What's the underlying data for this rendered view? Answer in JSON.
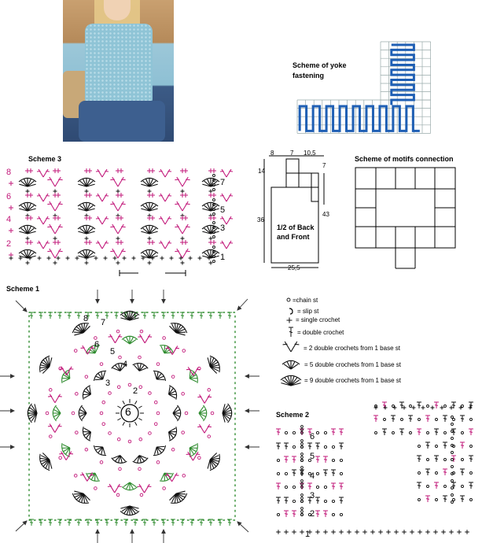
{
  "titles": {
    "yoke": "Scheme of yoke fastening",
    "scheme3": "Scheme 3",
    "motifs": "Scheme of motifs connection",
    "scheme1": "Scheme 1",
    "scheme2": "Scheme 2"
  },
  "pattern": {
    "label": "1/2 of Back and Front",
    "dims": {
      "top_a": "8",
      "top_b": "7",
      "top_c": "10,5",
      "right_top": "7",
      "left_top": "14",
      "left": "36",
      "right": "43",
      "bottom": "25,5"
    }
  },
  "scheme3_rows_left": [
    "8",
    "6",
    "4",
    "2"
  ],
  "scheme3_rows_right": [
    "7",
    "5",
    "3",
    "1"
  ],
  "scheme1_rows": [
    "8",
    "7",
    "6",
    "5",
    "4",
    "3",
    "2",
    "6"
  ],
  "scheme2_rows": [
    "6",
    "5",
    "4",
    "3",
    "2",
    "1"
  ],
  "legend": [
    {
      "symbol": "o",
      "text": "=chain st"
    },
    {
      "symbol": "ↄ",
      "text": "= slip st"
    },
    {
      "symbol": "+",
      "text": "= single crochet"
    },
    {
      "symbol": "†",
      "text": "= double crochet"
    },
    {
      "symbol": "V",
      "text": "= 2 double crochets from 1 base st"
    },
    {
      "symbol": "fan5",
      "text": "= 5 double crochets from 1 base st"
    },
    {
      "symbol": "fan9",
      "text": "= 9 double crochets from 1 base st"
    }
  ],
  "colors": {
    "pink": "#c2187a",
    "green": "#2e8b2e",
    "blue": "#1f5fb4",
    "black": "#111111"
  }
}
